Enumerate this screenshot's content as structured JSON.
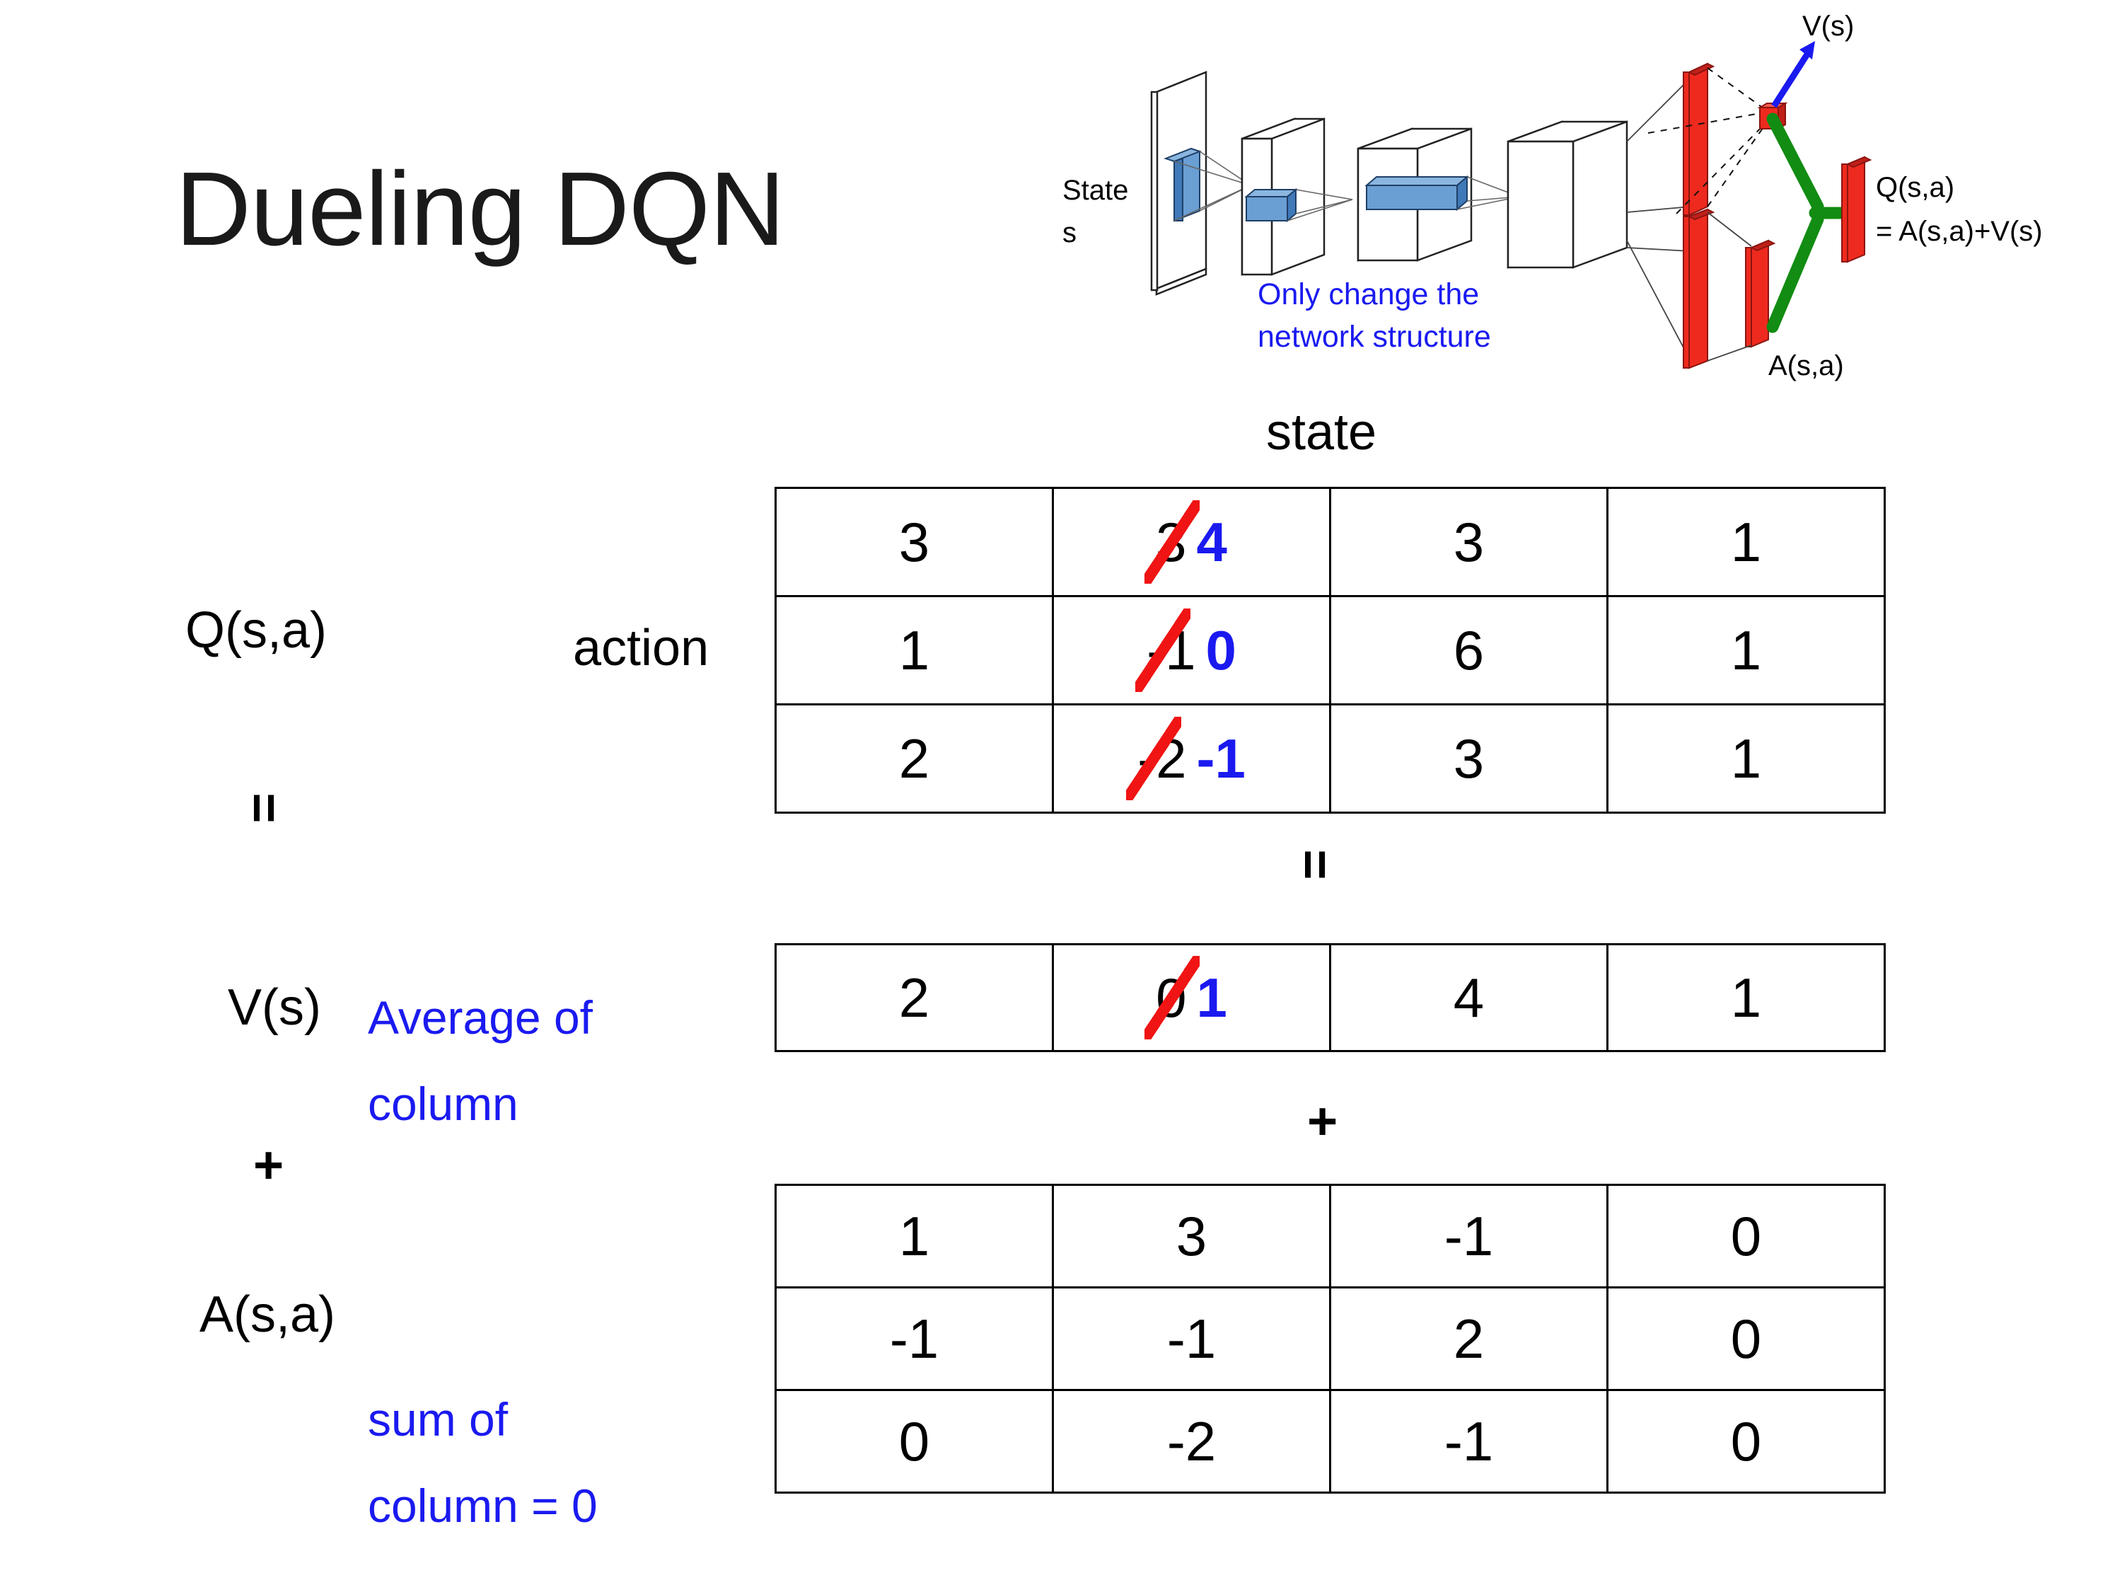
{
  "slide": {
    "title": "Dueling DQN"
  },
  "diagram": {
    "state_label_line1": "State",
    "state_label_line2": "s",
    "value_output_label": "V(s)",
    "advantage_output_label": "A(s,a)",
    "q_output_label_line1": "Q(s,a)",
    "q_output_label_line2": "= A(s,a)+V(s)",
    "note_line1": "Only change the",
    "note_line2": "network structure",
    "colors": {
      "note": "#1a1af0",
      "value_arrow": "#1a1af0",
      "combine": "#128c12",
      "output_bar": "#ee2a1e",
      "conv_block": "#5b93ce"
    }
  },
  "axes": {
    "state_axis_label": "state",
    "action_axis_label": "action"
  },
  "labels": {
    "q_label": "Q(s,a)",
    "v_label": "V(s)",
    "a_label": "A(s,a)",
    "equals_1": "=",
    "equals_2": "=",
    "plus_1": "+",
    "plus_2": "+",
    "avg_note_line1": "Average of",
    "avg_note_line2": "column",
    "sum_note_line1": "sum of",
    "sum_note_line2": "column = 0"
  },
  "chart_data": {
    "type": "table",
    "title": "Dueling DQN decomposition: Q(s,a) = V(s) + A(s,a)",
    "xlabel": "state",
    "ylabel": "action",
    "annotations": [
      "Average of column",
      "sum of column = 0",
      "Only change the network structure"
    ],
    "tables": [
      {
        "name": "Q(s,a)",
        "rows": 3,
        "cols": 4,
        "values": [
          [
            "3",
            "3",
            "3",
            "1"
          ],
          [
            "1",
            "-1",
            "6",
            "1"
          ],
          [
            "2",
            "-2",
            "3",
            "1"
          ]
        ],
        "edits": [
          {
            "row": 0,
            "col": 1,
            "old": "3",
            "new": "4"
          },
          {
            "row": 1,
            "col": 1,
            "old": "-1",
            "new": "0"
          },
          {
            "row": 2,
            "col": 1,
            "old": "-2",
            "new": "-1"
          }
        ]
      },
      {
        "name": "V(s)",
        "rows": 1,
        "cols": 4,
        "values": [
          [
            "2",
            "0",
            "4",
            "1"
          ]
        ],
        "edits": [
          {
            "row": 0,
            "col": 1,
            "old": "0",
            "new": "1"
          }
        ]
      },
      {
        "name": "A(s,a)",
        "rows": 3,
        "cols": 4,
        "values": [
          [
            "1",
            "3",
            "-1",
            "0"
          ],
          [
            "-1",
            "-1",
            "2",
            "0"
          ],
          [
            "0",
            "-2",
            "-1",
            "0"
          ]
        ],
        "edits": []
      }
    ]
  },
  "q_table": {
    "r0": {
      "c0": "3",
      "c1_old": "3",
      "c1_new": "4",
      "c2": "3",
      "c3": "1"
    },
    "r1": {
      "c0": "1",
      "c1_old": "-1",
      "c1_new": "0",
      "c2": "6",
      "c3": "1"
    },
    "r2": {
      "c0": "2",
      "c1_old": "-2",
      "c1_new": "-1",
      "c2": "3",
      "c3": "1"
    }
  },
  "v_table": {
    "r0": {
      "c0": "2",
      "c1_old": "0",
      "c1_new": "1",
      "c2": "4",
      "c3": "1"
    }
  },
  "a_table": {
    "r0": {
      "c0": "1",
      "c1": "3",
      "c2": "-1",
      "c3": "0"
    },
    "r1": {
      "c0": "-1",
      "c1": "-1",
      "c2": "2",
      "c3": "0"
    },
    "r2": {
      "c0": "0",
      "c1": "-2",
      "c2": "-1",
      "c3": "0"
    }
  }
}
